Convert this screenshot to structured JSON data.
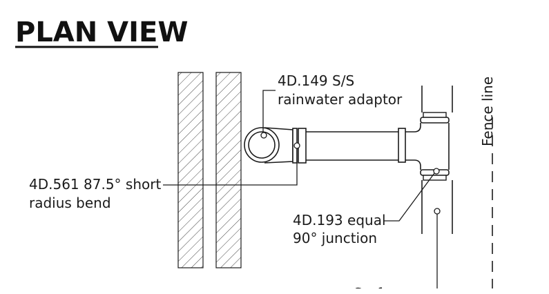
{
  "title": "PLAN VIEW",
  "labels": {
    "adaptor_line1": "4D.149 S/S",
    "adaptor_line2": "rainwater adaptor",
    "bend_line1": "4D.561 87.5° short",
    "bend_line2": "radius bend",
    "junction_line1": "4D.193 equal",
    "junction_line2": "90° junction",
    "fence": "Fence line",
    "surface": "Surface"
  },
  "colors": {
    "ink": "#1a1a1a",
    "background": "#ffffff"
  }
}
